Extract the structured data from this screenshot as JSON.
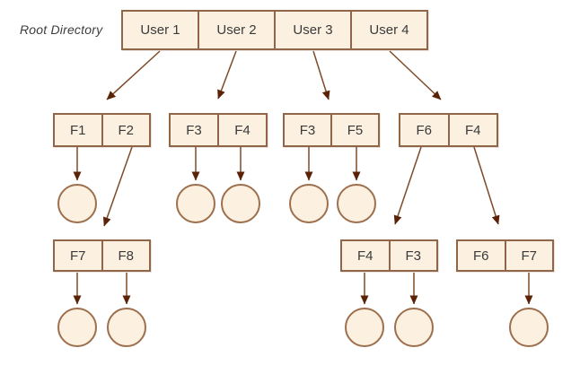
{
  "diagram": {
    "label": "Root Directory",
    "type": "two-level-directory-structure",
    "root": {
      "cells": [
        "User 1",
        "User 2",
        "User 3",
        "User 4"
      ]
    },
    "level2": [
      {
        "cells": [
          "F1",
          "F2"
        ]
      },
      {
        "cells": [
          "F3",
          "F4"
        ]
      },
      {
        "cells": [
          "F3",
          "F5"
        ]
      },
      {
        "cells": [
          "F6",
          "F4"
        ]
      }
    ],
    "level3": [
      {
        "cells": [
          "F7",
          "F8"
        ]
      },
      {
        "cells": [
          "F4",
          "F3"
        ]
      },
      {
        "cells": [
          "F6",
          "F7"
        ]
      }
    ],
    "file_circles": {
      "below_level2": 5,
      "below_level3": 5
    },
    "edges": [
      {
        "from": "User 1",
        "to": "F1|F2 box"
      },
      {
        "from": "User 2",
        "to": "F3|F4 box"
      },
      {
        "from": "User 3",
        "to": "F3|F5 box"
      },
      {
        "from": "User 4",
        "to": "F6|F4 box"
      },
      {
        "from": "F1",
        "to": "file circle"
      },
      {
        "from": "F2",
        "to": "F7|F8 box"
      },
      {
        "from": "F3",
        "to": "file circle"
      },
      {
        "from": "F4",
        "to": "file circle"
      },
      {
        "from": "F3",
        "to": "file circle"
      },
      {
        "from": "F5",
        "to": "file circle"
      },
      {
        "from": "F6",
        "to": "F4|F3 box"
      },
      {
        "from": "F4",
        "to": "F6|F7 box"
      },
      {
        "from": "F7",
        "to": "file circle"
      },
      {
        "from": "F8",
        "to": "file circle"
      },
      {
        "from": "F4",
        "to": "file circle"
      },
      {
        "from": "F3",
        "to": "file circle"
      },
      {
        "from": "F7",
        "to": "file circle"
      }
    ]
  },
  "colors": {
    "canvas": "#ffffff",
    "node_fill": "#fcf1e1",
    "node_border": "#916648",
    "circle_border": "#9d6f4c",
    "arrow_line": "#7e4a28",
    "arrow_head": "#5a2307",
    "text": "#3a3a3a",
    "label_text": "#3d3d3d"
  }
}
